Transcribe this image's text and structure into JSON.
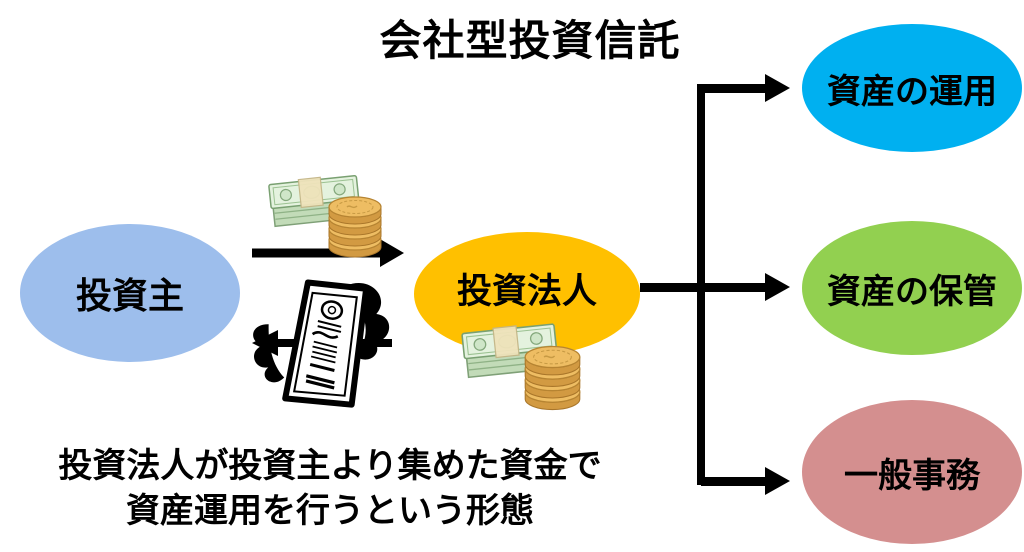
{
  "title": "会社型投資信託",
  "nodes": {
    "investor": {
      "label": "投資主",
      "color": "#9DBEEC"
    },
    "corporation": {
      "label": "投資法人",
      "color": "#FFC000"
    },
    "asset_operation": {
      "label": "資産の運用",
      "color": "#00B0F0"
    },
    "asset_custody": {
      "label": "資産の保管",
      "color": "#92D050"
    },
    "general_admin": {
      "label": "一般事務",
      "color": "#D48F8F"
    }
  },
  "caption": {
    "line1": "投資法人が投資主より集めた資金で",
    "line2": "資産運用を行うという形態"
  },
  "icons": {
    "money": "money-bills-and-coins-icon",
    "certificate": "stock-certificate-icon"
  },
  "arrow_color": "#000000"
}
